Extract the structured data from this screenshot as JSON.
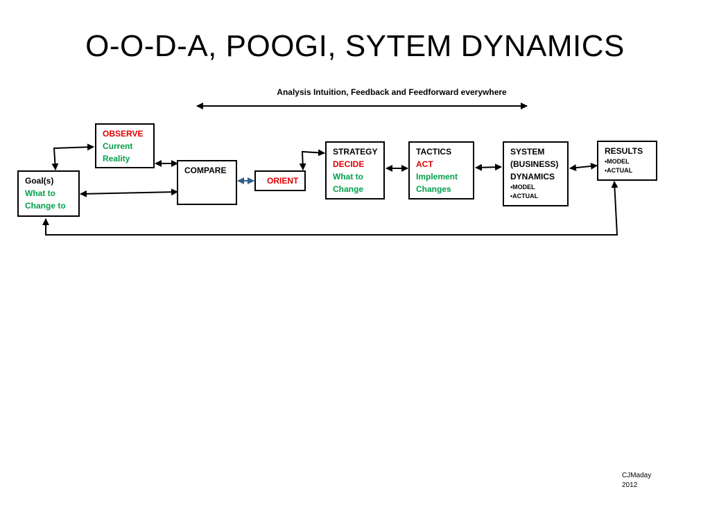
{
  "title": "O-O-D-A, POOGI, SYTEM DYNAMICS",
  "subtitle": "Analysis Intuition, Feedback and Feedforward everywhere",
  "boxes": {
    "observe": {
      "l1": "OBSERVE",
      "l2": "Current",
      "l3": "Reality"
    },
    "goals": {
      "l1": "Goal(s)",
      "l2": "What to",
      "l3": "Change to"
    },
    "compare": {
      "l1": "COMPARE"
    },
    "orient": {
      "l1": "ORIENT"
    },
    "strategy": {
      "l1": "STRATEGY",
      "l2": "DECIDE",
      "l3": "What to",
      "l4": "Change"
    },
    "tactics": {
      "l1": "TACTICS",
      "l2": "ACT",
      "l3": "Implement",
      "l4": "Changes"
    },
    "system": {
      "l1": "SYSTEM",
      "l2": "(BUSINESS)",
      "l3": "DYNAMICS",
      "b1": "MODEL",
      "b2": "ACTUAL"
    },
    "results": {
      "l1": "RESULTS",
      "b1": "MODEL",
      "b2": "ACTUAL"
    }
  },
  "credit": {
    "l1": "CJMaday",
    "l2": "2012"
  },
  "colors": {
    "red": "#e00000",
    "green": "#00a04a",
    "orient_arrow": "#2e5f8a"
  }
}
